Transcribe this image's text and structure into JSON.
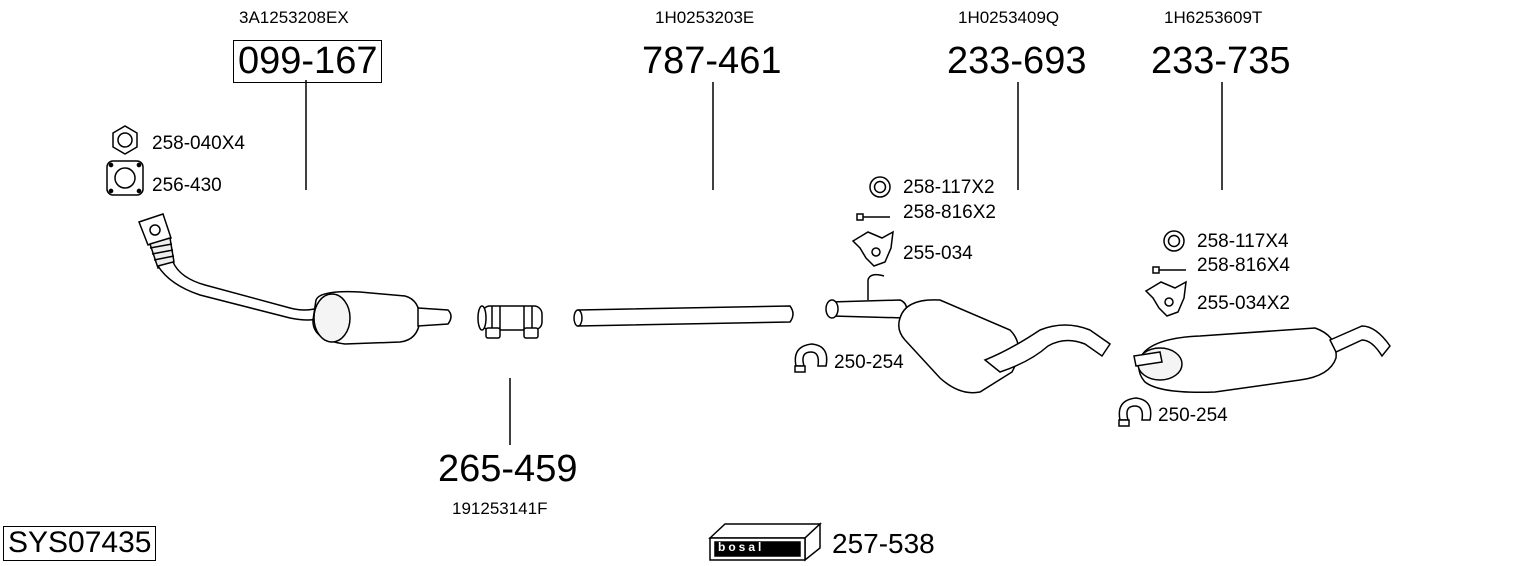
{
  "parts": {
    "catalytic": {
      "oem": "3A1253208EX",
      "number": "099-167"
    },
    "pipe": {
      "oem": "1H0253203E",
      "number": "787-461"
    },
    "middle_silencer": {
      "oem": "1H0253409Q",
      "number": "233-693"
    },
    "rear_silencer": {
      "oem": "1H6253609T",
      "number": "233-735"
    },
    "clamp": {
      "oem": "191253141F",
      "number": "265-459"
    }
  },
  "accessories": {
    "nut": "258-040X4",
    "gasket": "256-430",
    "ring_mid": "258-117X2",
    "bolt_mid": "258-816X2",
    "hanger_mid": "255-034",
    "clip_mid": "250-254",
    "ring_rear": "258-117X4",
    "bolt_rear": "258-816X4",
    "hanger_rear": "255-034X2",
    "clip_rear": "250-254",
    "mounting_kit": "257-538"
  },
  "system": {
    "code": "SYS07435"
  },
  "brand": {
    "logo_text": "bosal"
  }
}
